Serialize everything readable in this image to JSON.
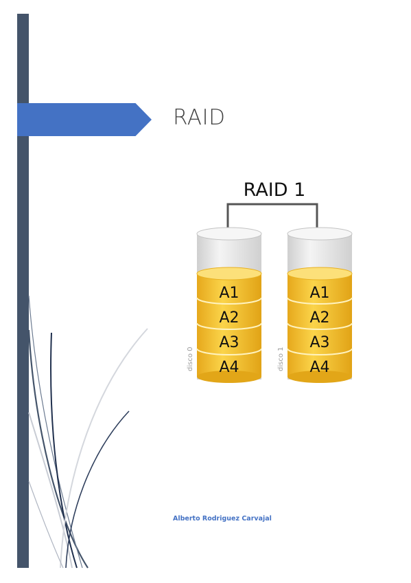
{
  "cover": {
    "title": "RAID",
    "author": "Alberto Rodriguez Carvajal",
    "accent_color": "#4472c4",
    "sidebar_color": "#44546a"
  },
  "figure": {
    "heading": "RAID 1",
    "disks": [
      {
        "label": "disco 0",
        "blocks": [
          "A1",
          "A2",
          "A3",
          "A4"
        ]
      },
      {
        "label": "disco 1",
        "blocks": [
          "A1",
          "A2",
          "A3",
          "A4"
        ]
      }
    ],
    "block_color": "#f6c72c"
  },
  "decorations": {
    "curve_icon": "swoosh-lines"
  }
}
